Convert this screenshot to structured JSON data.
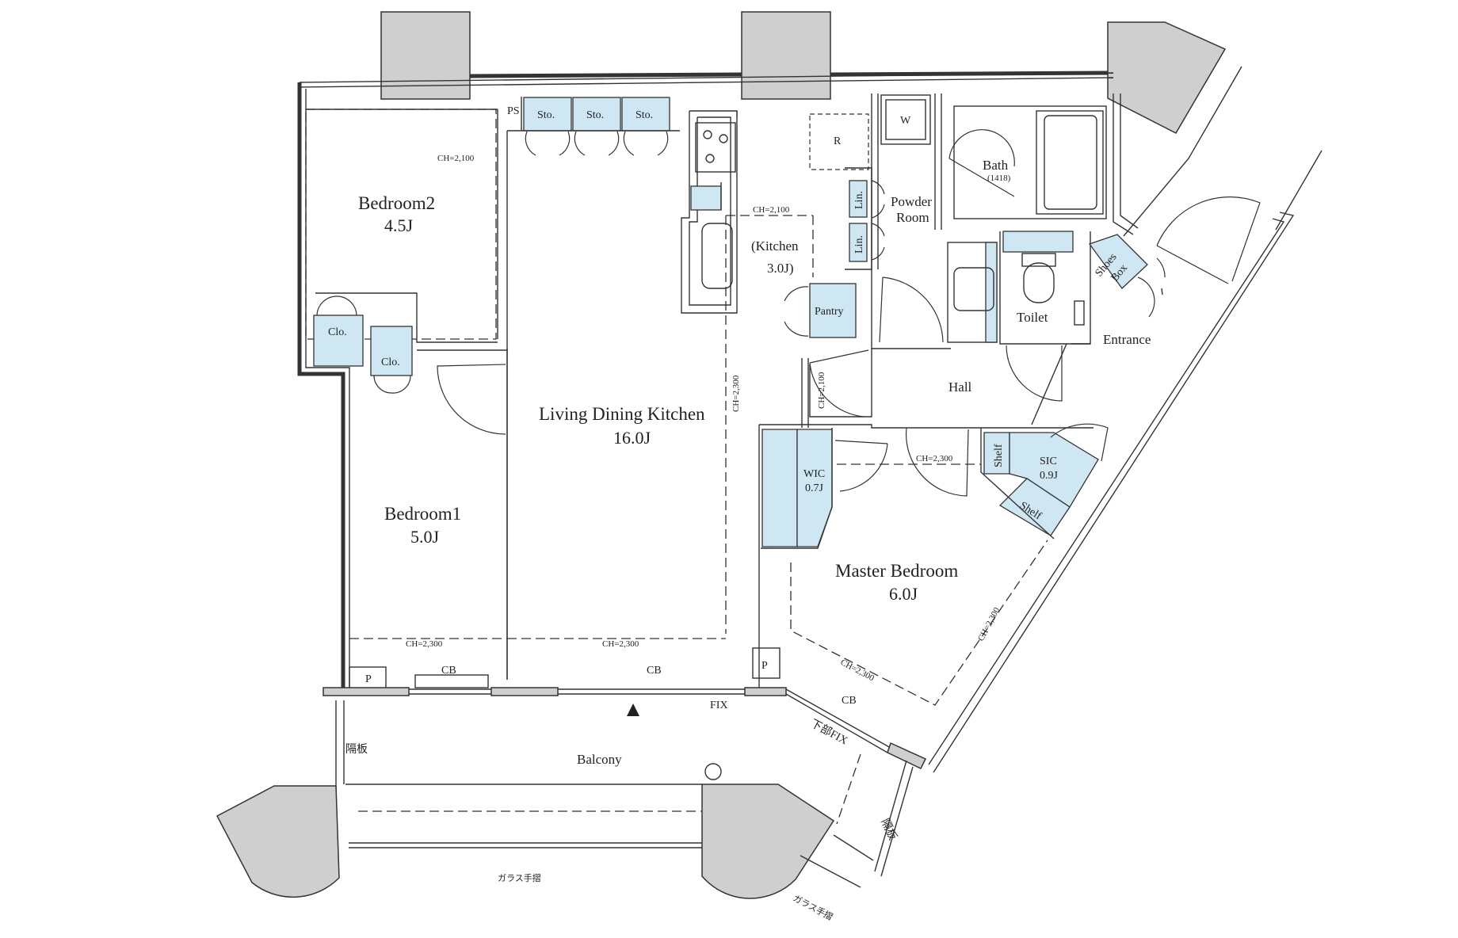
{
  "rooms": {
    "bedroom2": {
      "name": "Bedroom2",
      "area": "4.5J"
    },
    "bedroom1": {
      "name": "Bedroom1",
      "area": "5.0J"
    },
    "ldk": {
      "name": "Living Dining Kitchen",
      "area": "16.0J"
    },
    "kitchen": {
      "name": "Kitchen",
      "area": "3.0J"
    },
    "master": {
      "name": "Master Bedroom",
      "area": "6.0J"
    },
    "powder": {
      "name_line1": "Powder",
      "name_line2": "Room"
    },
    "bath": {
      "name": "Bath",
      "size": "(1418)"
    },
    "toilet": {
      "name": "Toilet"
    },
    "entrance": {
      "name": "Entrance"
    },
    "hall": {
      "name": "Hall"
    },
    "balcony": {
      "name": "Balcony"
    },
    "wic": {
      "name": "WIC",
      "area": "0.7J"
    },
    "sic": {
      "name": "SIC",
      "area": "0.9J"
    }
  },
  "fixtures": {
    "sto": "Sto.",
    "clo": "Clo.",
    "lin": "Lin.",
    "pantry": "Pantry",
    "w": "W",
    "r": "R",
    "ps": "PS",
    "p": "P",
    "cb": "CB",
    "fix": "FIX",
    "shelf": "Shelf",
    "shoes_line1": "Shoes",
    "shoes_line2": "Box",
    "lower_fix": "下部FIX",
    "partition": "隔板",
    "glass_rail": "ガラス手摺"
  },
  "ceiling": {
    "ch2100": "CH=2,100",
    "ch2300": "CH=2,300"
  },
  "colors": {
    "storage_fill": "#cfe7f3",
    "column_fill": "#cfcfcf"
  }
}
